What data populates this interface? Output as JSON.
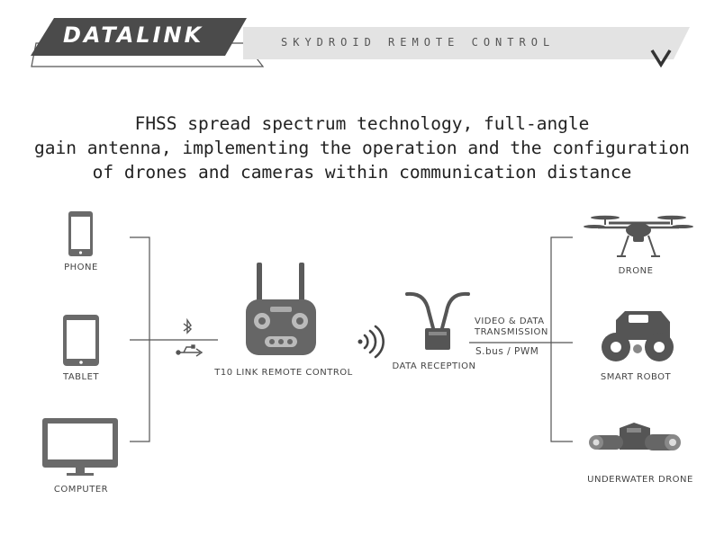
{
  "banner": {
    "title": "DATALINK",
    "subtitle": "SKYDROID REMOTE CONTROL",
    "chevron_icon": "chevron-down-icon"
  },
  "headline": {
    "line1": "FHSS spread spectrum technology, full-angle",
    "line2": "gain antenna, implementing the operation and the configuration",
    "line3": "of drones and cameras within communication distance"
  },
  "left_devices": {
    "phone": "PHONE",
    "tablet": "TABLET",
    "computer": "COMPUTER"
  },
  "connectivity_icons": [
    "bluetooth-icon",
    "usb-icon"
  ],
  "remote": {
    "label": "T10 LINK REMOTE CONTROL"
  },
  "wireless_icon": "wireless-signal-icon",
  "receiver": {
    "label": "DATA RECEPTION"
  },
  "link": {
    "line1": "VIDEO & DATA",
    "line2": "TRANSMISSION",
    "protocol": "S.bus / PWM"
  },
  "right_devices": {
    "drone": "DRONE",
    "robot": "SMART ROBOT",
    "underwater": "UNDERWATER DRONE"
  },
  "colors": {
    "banner_dark": "#4a4a4a",
    "banner_light": "#e3e3e3",
    "icon_gray": "#6a6a6a",
    "line_gray": "#555555"
  }
}
